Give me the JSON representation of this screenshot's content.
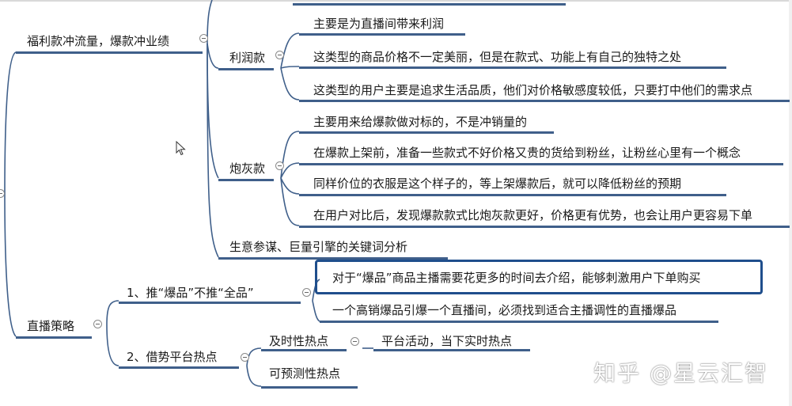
{
  "root_left": {
    "topic_1": "福利款冲流量，爆款冲业绩",
    "profit": {
      "label": "利润款",
      "items": [
        "主要是为直播间带来利润",
        "这类型的商品价格不一定美丽，但是在款式、功能上有自己的独特之处",
        "这类型的用户主要是追求生活品质，他们对价格敏感度较低，只要打中他们的需求点"
      ]
    },
    "cannon": {
      "label": "炮灰款",
      "items": [
        "主要用来给爆款做对标的，不是冲销量的",
        "在爆款上架前，准备一些款式不好价格又贵的货给到粉丝，让粉丝心里有一个概念",
        "同样价位的衣服是这个样子的，等上架爆款后，就可以降低粉丝的预期",
        "在用户对比后，发现爆款款式比炮灰款更好，价格更有优势，也会让用户更容易下单"
      ]
    },
    "keyword": "生意参谋、巨量引擎的关键词分析",
    "topic_2": "直播策略",
    "push": {
      "label": "1、推“爆品”不推“全品”",
      "items": [
        "对于“爆品”商品主播需要花更多的时间去介绍，能够刺激用户下单购买",
        "一个高销爆品引爆一个直播间，必须找到适合主播调性的直播爆品"
      ]
    },
    "hot": {
      "label": "2、借势平台热点",
      "timely": "及时性热点",
      "timely_child": "平台活动，当下实时热点",
      "predict": "可预测性热点"
    }
  },
  "watermark": "知乎 @星云汇智",
  "colors": {
    "branch": "#3f5f8a",
    "selection": "#1f4e8c"
  }
}
